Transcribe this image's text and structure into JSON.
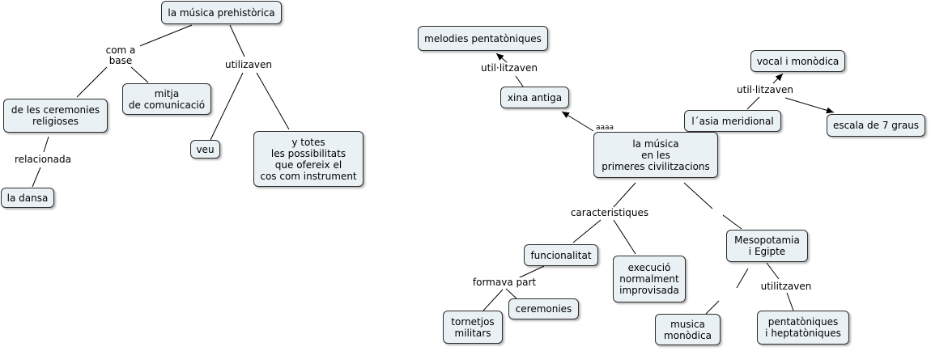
{
  "concept_map": {
    "nodes": {
      "prehistorica": "la música prehistòrica",
      "ceremonies_religioses": "de les ceremonies\nreligioses",
      "mitja_comunicacio": "mitja\nde comunicació",
      "dansa": "la dansa",
      "veu": "veu",
      "possibilitats_cos": "y totes\nles possibilitats\nque ofereix el\ncos com instrument",
      "melodies_pentatoniques": "melodies pentatòniques",
      "xina_antiga": "xina antiga",
      "vocal_monodica": "vocal i monòdica",
      "asia_meridional": "l´asia meridional",
      "escala_7_graus": "escala de 7 graus",
      "primeres_civilitzacions": "la música\nen les\nprimeres civilitzacions",
      "funcionalitat": "funcionalitat",
      "execucio_improvisada": "execució\nnormalment\nimprovisada",
      "mesopotamia_egipte": "Mesopotamia\ni Egipte",
      "cerimonies": "ceremonies",
      "tornetjos_militars": "tornetjos\nmilitars",
      "musica_monodica": "musica\nmonòdica",
      "pentatoniques_heptatoniques": "pentatòniques\ni heptatòniques"
    },
    "links": {
      "com_a_base": "com a\nbase",
      "utilizaven": "utilizaven",
      "relacionada": "relacionada",
      "xina_utilitzaven": "util·litzaven",
      "asia_utilitzaven": "util·litzaven",
      "caracteristiques": "caracteristiques",
      "formava_part": "formava part",
      "meso_utilitzaven": "utilitzaven",
      "truncated_mark": "aaaa"
    }
  }
}
